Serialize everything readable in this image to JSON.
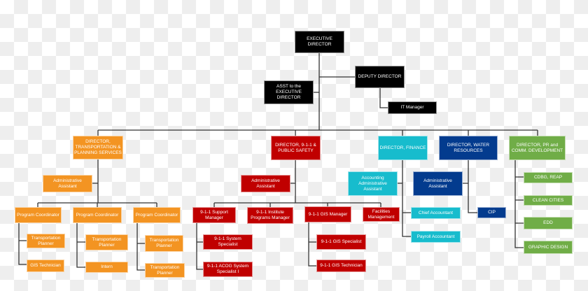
{
  "executive": {
    "exec": "EXECUTIVE DIRECTOR",
    "deputy": "DEPUTY DIRECTOR",
    "asst": "ASST to the EXECUTIVE DIRECTOR",
    "it": "IT Manager"
  },
  "transport": {
    "director": "DIRECTOR, TRANSPORTATION & PLANNING SERVICES",
    "admin": "Administrative Assistant",
    "pc1": "Program Coordinator",
    "pc2": "Program Coordinator",
    "pc3": "Program Coordinator",
    "tp1": "Transportation Planner",
    "gis": "GIS Technician",
    "tp2": "Transportation Planner",
    "intern": "Intern",
    "tp3": "Transportation Planner",
    "tp4": "Transportation Planner"
  },
  "safety": {
    "director": "DIRECTOR, 9-1-1 & PUBLIC SAFETY",
    "admin": "Administrative Assistant",
    "support": "9-1-1 Support Manager",
    "institute": "9-1-1 Institute Programs Manager",
    "gismgr": "9-1-1 GIS Manager",
    "facilities": "Facilities Management",
    "sysspec": "9-1-1 System Specialist",
    "acog": "9-1-1 ACOG System Specialist I",
    "gisspec": "9-1-1 GIS Specialist",
    "gistech": "9-1-1 GIS Technician"
  },
  "finance": {
    "director": "DIRECTOR, FINANCE",
    "admin": "Accounting Administrative Assistant",
    "chief": "Chief Accountant",
    "payroll": "Payroll Accountant"
  },
  "water": {
    "director": "DIRECTOR, WATER RESOURCES",
    "admin": "Administrative Assistant",
    "cip": "CIP"
  },
  "pr": {
    "director": "DIRECTOR, PR and COMM. DEVELOPMENT",
    "cdbg": "CDBG, REAP",
    "clean": "CLEAN CITIES",
    "edd": "EDD",
    "graphic": "GRAPHIC DESIGN"
  },
  "colors": {
    "transport": "#f39422",
    "safety": "#c00000",
    "finance": "#17bccd",
    "water": "#033b8e",
    "pr": "#70ad47",
    "executive": "#000000"
  }
}
